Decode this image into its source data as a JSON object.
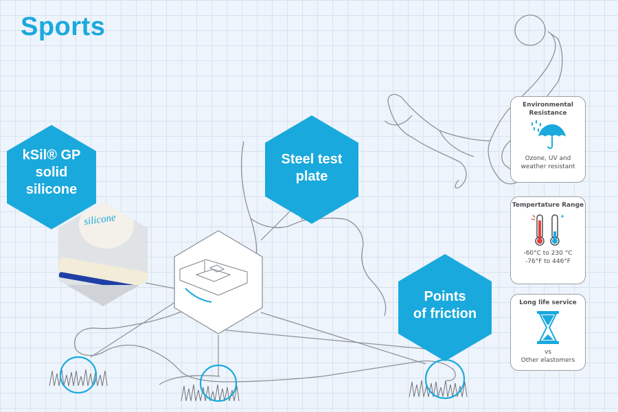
{
  "title": "Sports",
  "hexagons": {
    "material": "kSil® GP\nsolid\nsilicone",
    "steel": "Steel test\nplate",
    "friction": "Points\nof friction"
  },
  "sample_print": "silicone",
  "cards": [
    {
      "title": "Environmental Resistance",
      "caption": "Ozone, UV and\nweather resistant",
      "icon": "umbrella-rain-icon"
    },
    {
      "title": "Tempertature Range",
      "caption": "-60°C to 230 °C\n-76°F to 446°F",
      "icon": "thermometers-icon"
    },
    {
      "title": "Long life service",
      "caption": "vs\nOther elastomers",
      "icon": "hourglass-icon"
    }
  ],
  "colors": {
    "accent": "#1aa9dd",
    "outline": "#8c9197",
    "background": "#eef4fb",
    "grid": "#d6e2ef",
    "sample_edge": "#1f3fa6",
    "thermo_hot": "#e0413b"
  }
}
